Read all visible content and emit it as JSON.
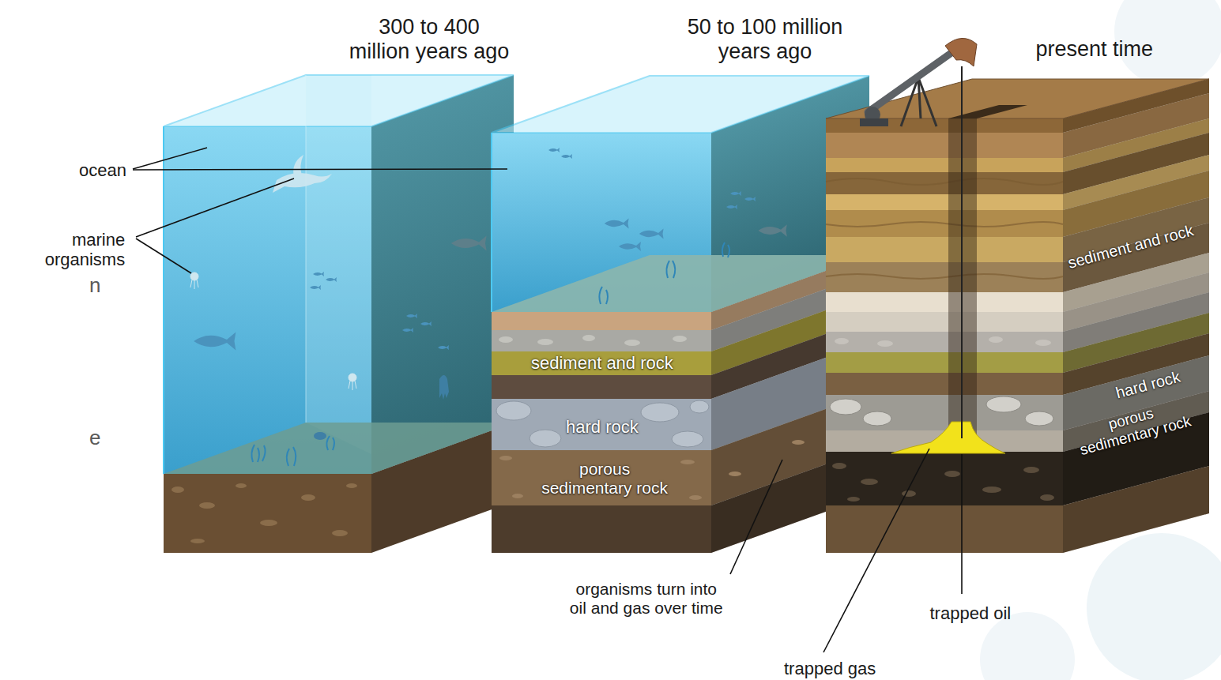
{
  "diagram": {
    "labels": [
      "300 to 400 million years ago",
      "50 to 100 million years ago",
      "present time",
      "ocean",
      "marine organisms",
      "sediment and rock",
      "hard rock",
      "porous sedimentary rock",
      "sediment and rock",
      "hard rock",
      "porous sedimentary rock",
      "organisms turn into oil and gas over time",
      "trapped oil",
      "trapped gas",
      "n",
      "e"
    ]
  }
}
